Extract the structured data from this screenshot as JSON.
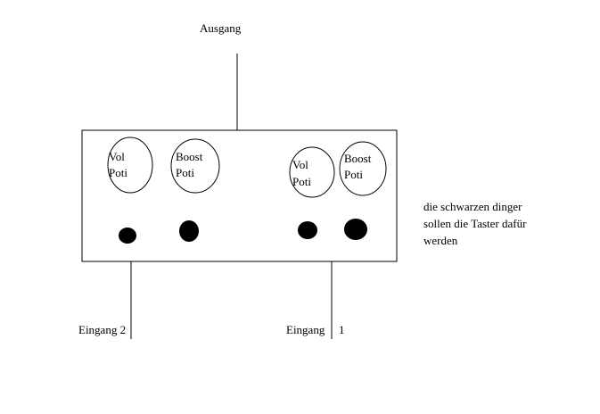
{
  "diagram": {
    "output_label": "Ausgang",
    "input2_label": "Eingang 2",
    "input1_label": "Eingang",
    "input1_number": "1",
    "knobs": [
      {
        "line1": "Vol",
        "line2": "Poti"
      },
      {
        "line1": "Boost",
        "line2": "Poti"
      },
      {
        "line1": "Vol",
        "line2": "Poti"
      },
      {
        "line1": "Boost",
        "line2": "Poti"
      }
    ],
    "note": {
      "line1": "die schwarzen dinger",
      "line2": "sollen die Taster dafür",
      "line3": "werden"
    },
    "colors": {
      "stroke": "#000000",
      "fill_button": "#000000",
      "background": "#ffffff"
    }
  }
}
